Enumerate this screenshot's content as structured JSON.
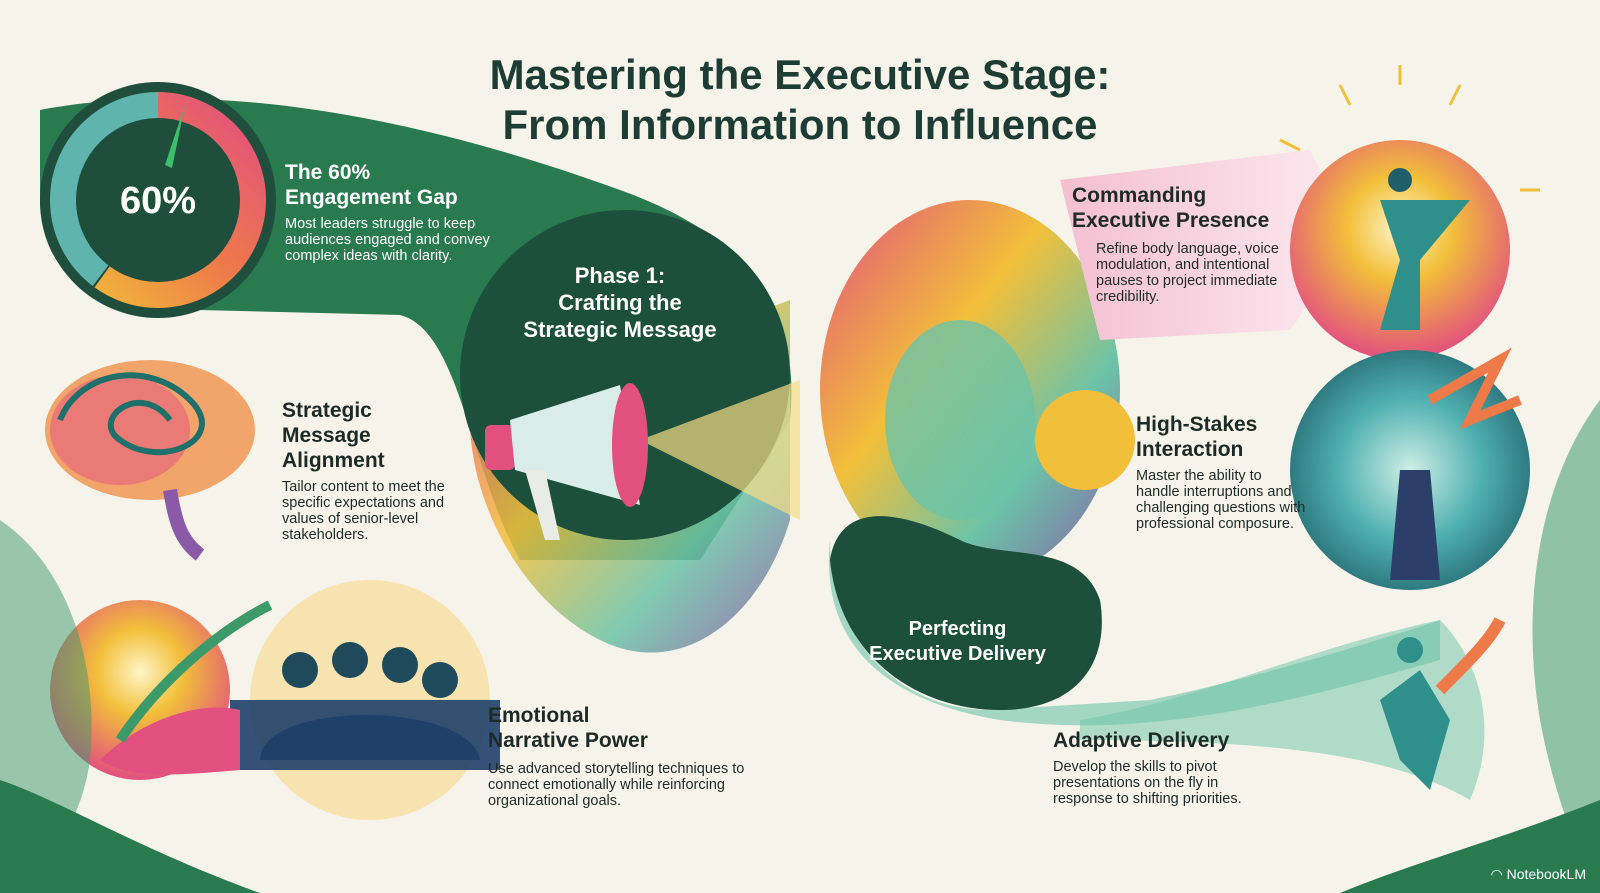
{
  "title": {
    "line1": "Mastering the Executive Stage:",
    "line2": "From Information to Influence"
  },
  "engagement_gap": {
    "percent_label": "60%",
    "percent_value": 60,
    "heading_line1": "The 60%",
    "heading_line2": "Engagement Gap",
    "body": "Most leaders struggle to keep audiences engaged and convey complex ideas with clarity."
  },
  "phase1": {
    "line1": "Phase 1:",
    "line2": "Crafting the",
    "line3": "Strategic Message"
  },
  "strategic_alignment": {
    "heading_line1": "Strategic",
    "heading_line2": "Message",
    "heading_line3": "Alignment",
    "body": "Tailor content to meet the specific expectations and values of senior-level stakeholders."
  },
  "emotional_narrative": {
    "heading_line1": "Emotional",
    "heading_line2": "Narrative Power",
    "body": "Use advanced storytelling techniques to connect emotionally while reinforcing organizational goals."
  },
  "executive_presence": {
    "heading_line1": "Commanding",
    "heading_line2": "Executive Presence",
    "body": "Refine body language, voice modulation, and intentional pauses to project immediate credibility."
  },
  "high_stakes": {
    "heading_line1": "High-Stakes",
    "heading_line2": "Interaction",
    "body": "Master the ability to handle interruptions and challenging questions with professional composure."
  },
  "phase2": {
    "line1": "Perfecting",
    "line2": "Executive Delivery"
  },
  "adaptive_delivery": {
    "heading": "Adaptive Delivery",
    "body": "Develop the skills to pivot presentations on the fly in response to shifting priorities."
  },
  "watermark": "NotebookLM",
  "colors": {
    "dark_green": "#1c4f3c",
    "green": "#2e7d50",
    "pink": "#e2507f",
    "yellow": "#f2bf3a",
    "teal": "#4fb0b0",
    "purple": "#8a5aa8"
  }
}
